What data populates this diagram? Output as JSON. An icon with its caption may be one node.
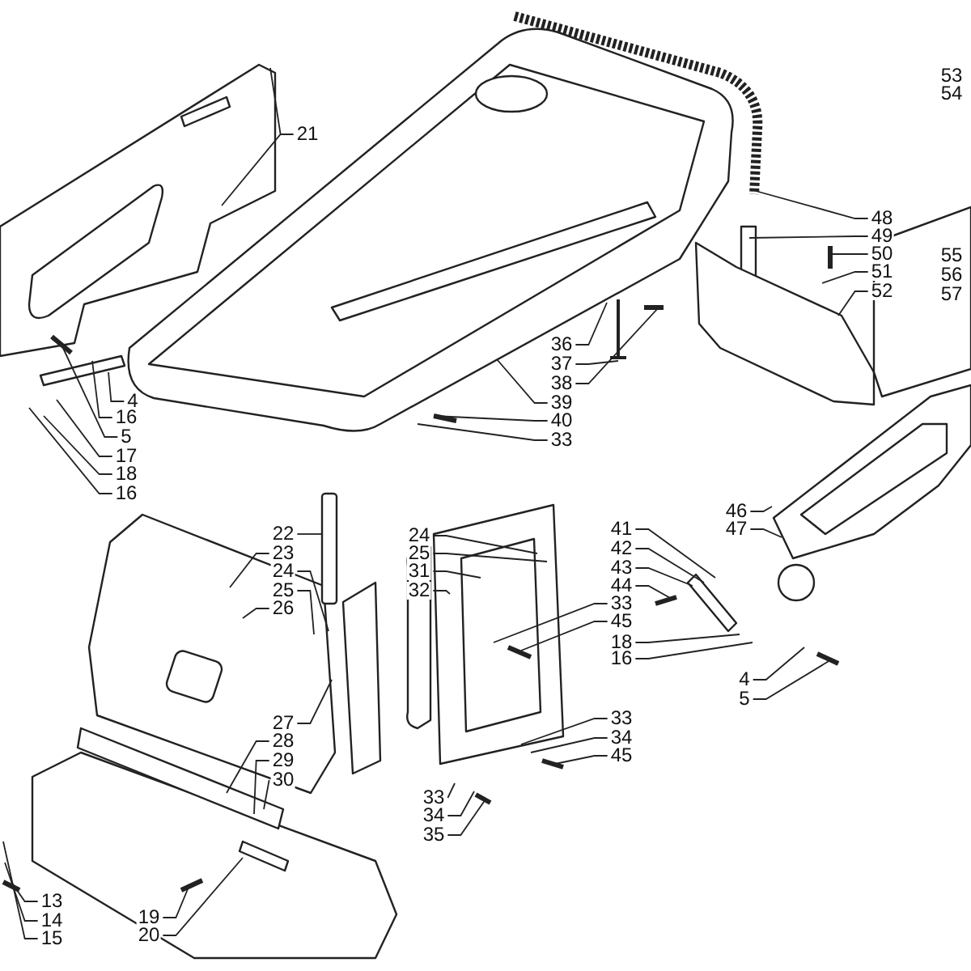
{
  "diagram": {
    "nodes": [
      {
        "text": [
          "21"
        ]
      },
      {
        "text": [
          "48"
        ]
      },
      {
        "text": [
          "49"
        ]
      },
      {
        "text": [
          "50"
        ]
      },
      {
        "text": [
          "51"
        ]
      },
      {
        "text": [
          "52"
        ]
      },
      {
        "text": [
          "36"
        ]
      },
      {
        "text": [
          "37"
        ]
      },
      {
        "text": [
          "38"
        ]
      },
      {
        "text": [
          "39"
        ]
      },
      {
        "text": [
          "40"
        ]
      },
      {
        "text": [
          "33"
        ]
      },
      {
        "text": [
          "4"
        ]
      },
      {
        "text": [
          "16"
        ]
      },
      {
        "text": [
          "5"
        ]
      },
      {
        "text": [
          "17"
        ]
      },
      {
        "text": [
          "18"
        ]
      },
      {
        "text": [
          "16"
        ]
      },
      {
        "text": [
          "22"
        ]
      },
      {
        "text": [
          "23"
        ]
      },
      {
        "text": [
          "24"
        ]
      },
      {
        "text": [
          "25"
        ]
      },
      {
        "text": [
          "26"
        ]
      },
      {
        "text": [
          "24"
        ]
      },
      {
        "text": [
          "25"
        ]
      },
      {
        "text": [
          "31"
        ]
      },
      {
        "text": [
          "32"
        ]
      },
      {
        "text": [
          "41"
        ]
      },
      {
        "text": [
          "42"
        ]
      },
      {
        "text": [
          "43"
        ]
      },
      {
        "text": [
          "44"
        ]
      },
      {
        "text": [
          "33"
        ]
      },
      {
        "text": [
          "45"
        ]
      },
      {
        "text": [
          "18"
        ]
      },
      {
        "text": [
          "16"
        ]
      },
      {
        "text": [
          "46"
        ]
      },
      {
        "text": [
          "47"
        ]
      },
      {
        "text": [
          "4"
        ]
      },
      {
        "text": [
          "5"
        ]
      },
      {
        "text": [
          "27"
        ]
      },
      {
        "text": [
          "28"
        ]
      },
      {
        "text": [
          "29"
        ]
      },
      {
        "text": [
          "30"
        ]
      },
      {
        "text": [
          "33"
        ]
      },
      {
        "text": [
          "34"
        ]
      },
      {
        "text": [
          "45"
        ]
      },
      {
        "text": [
          "33"
        ]
      },
      {
        "text": [
          "34"
        ]
      },
      {
        "text": [
          "35"
        ]
      },
      {
        "text": [
          "13"
        ]
      },
      {
        "text": [
          "14"
        ]
      },
      {
        "text": [
          "15"
        ]
      },
      {
        "text": [
          "19"
        ]
      },
      {
        "text": [
          "20"
        ]
      },
      {
        "text": [
          "53"
        ]
      },
      {
        "text": [
          "54"
        ]
      },
      {
        "text": [
          "55"
        ]
      },
      {
        "text": [
          "56"
        ]
      },
      {
        "text": [
          "57"
        ]
      }
    ],
    "edges": [
      {
        "from": 0,
        "to": null,
        "arrow": "none"
      },
      {
        "from": 1,
        "to": null,
        "arrow": "none"
      },
      {
        "from": 2,
        "to": null,
        "arrow": "none"
      },
      {
        "from": 3,
        "to": null,
        "arrow": "none"
      },
      {
        "from": 4,
        "to": null,
        "arrow": "none"
      },
      {
        "from": 5,
        "to": null,
        "arrow": "none"
      },
      {
        "from": 6,
        "to": null,
        "arrow": "none"
      },
      {
        "from": 7,
        "to": null,
        "arrow": "none"
      },
      {
        "from": 8,
        "to": null,
        "arrow": "none"
      },
      {
        "from": 9,
        "to": null,
        "arrow": "none"
      },
      {
        "from": 10,
        "to": null,
        "arrow": "none"
      },
      {
        "from": 11,
        "to": null,
        "arrow": "none"
      },
      {
        "from": 12,
        "to": null,
        "arrow": "none"
      },
      {
        "from": 13,
        "to": null,
        "arrow": "none"
      },
      {
        "from": 14,
        "to": null,
        "arrow": "none"
      },
      {
        "from": 15,
        "to": null,
        "arrow": "none"
      },
      {
        "from": 16,
        "to": null,
        "arrow": "none"
      },
      {
        "from": 17,
        "to": null,
        "arrow": "none"
      },
      {
        "from": 18,
        "to": null,
        "arrow": "none"
      },
      {
        "from": 19,
        "to": null,
        "arrow": "none"
      },
      {
        "from": 20,
        "to": null,
        "arrow": "none"
      },
      {
        "from": 21,
        "to": null,
        "arrow": "none"
      },
      {
        "from": 22,
        "to": null,
        "arrow": "none"
      },
      {
        "from": 23,
        "to": null,
        "arrow": "none"
      },
      {
        "from": 24,
        "to": null,
        "arrow": "none"
      },
      {
        "from": 25,
        "to": null,
        "arrow": "none"
      },
      {
        "from": 26,
        "to": null,
        "arrow": "none"
      },
      {
        "from": 27,
        "to": null,
        "arrow": "none"
      },
      {
        "from": 28,
        "to": null,
        "arrow": "none"
      },
      {
        "from": 29,
        "to": null,
        "arrow": "none"
      },
      {
        "from": 30,
        "to": null,
        "arrow": "none"
      },
      {
        "from": 31,
        "to": null,
        "arrow": "none"
      },
      {
        "from": 32,
        "to": null,
        "arrow": "none"
      },
      {
        "from": 33,
        "to": null,
        "arrow": "none"
      },
      {
        "from": 34,
        "to": null,
        "arrow": "none"
      },
      {
        "from": 35,
        "to": null,
        "arrow": "none"
      },
      {
        "from": 36,
        "to": null,
        "arrow": "none"
      },
      {
        "from": 37,
        "to": null,
        "arrow": "none"
      },
      {
        "from": 38,
        "to": null,
        "arrow": "none"
      },
      {
        "from": 39,
        "to": null,
        "arrow": "none"
      },
      {
        "from": 40,
        "to": null,
        "arrow": "none"
      },
      {
        "from": 41,
        "to": null,
        "arrow": "none"
      },
      {
        "from": 42,
        "to": null,
        "arrow": "none"
      },
      {
        "from": 43,
        "to": null,
        "arrow": "none"
      },
      {
        "from": 44,
        "to": null,
        "arrow": "none"
      },
      {
        "from": 45,
        "to": null,
        "arrow": "none"
      },
      {
        "from": 46,
        "to": null,
        "arrow": "none"
      },
      {
        "from": 47,
        "to": null,
        "arrow": "none"
      },
      {
        "from": 48,
        "to": null,
        "arrow": "none"
      },
      {
        "from": 49,
        "to": null,
        "arrow": "none"
      },
      {
        "from": 50,
        "to": null,
        "arrow": "none"
      },
      {
        "from": 51,
        "to": null,
        "arrow": "none"
      },
      {
        "from": 52,
        "to": null,
        "arrow": "none"
      },
      {
        "from": 53,
        "to": null,
        "arrow": "none"
      }
    ]
  }
}
